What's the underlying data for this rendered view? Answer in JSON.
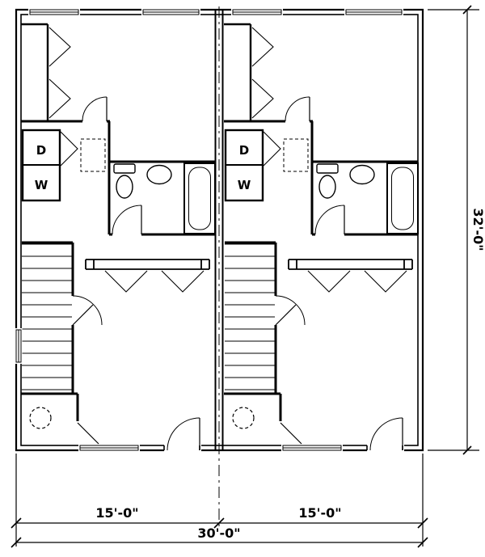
{
  "plan": {
    "background": "#ffffff",
    "line_color": "#000000"
  },
  "dimensions": {
    "unit1_width": "15'-0\"",
    "unit2_width": "15'-0\"",
    "total_width": "30'-0\"",
    "depth": "32'-0\""
  },
  "labels": {
    "dryer": "D",
    "washer": "W"
  }
}
